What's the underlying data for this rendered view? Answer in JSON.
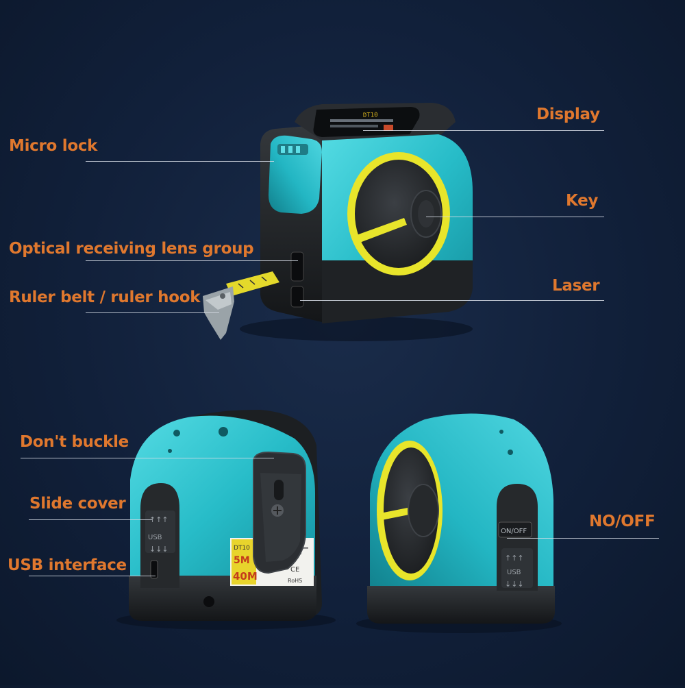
{
  "colors": {
    "background": "#11203a",
    "label_text": "#e0782e",
    "leader_line": "#d7dde6",
    "device_teal": "#2ec4cf",
    "device_black": "#1e2124",
    "ring_yellow": "#e6e62a"
  },
  "labels": {
    "display": "Display",
    "micro_lock": "Micro lock",
    "key": "Key",
    "optical_lens": "Optical receiving lens group",
    "laser": "Laser",
    "ruler_hook": "Ruler belt / ruler hook",
    "dont_buckle": "Don't buckle",
    "slide_cover": "Slide cover",
    "usb_interface": "USB interface",
    "no_off": "NO/OFF"
  },
  "device_markings": {
    "screen_top": "DT10",
    "on_off": "ON/OFF",
    "usb_left": "USB",
    "usb_right": "USB",
    "sticker_model": "DT10",
    "sticker_tape": "5M",
    "sticker_laser": "40M",
    "sticker_rohs": "RoHS",
    "sticker_ce": "CE"
  },
  "icons": [
    "clip-icon",
    "ruler-hook-icon",
    "lock-button-icon",
    "laser-ring-icon"
  ]
}
